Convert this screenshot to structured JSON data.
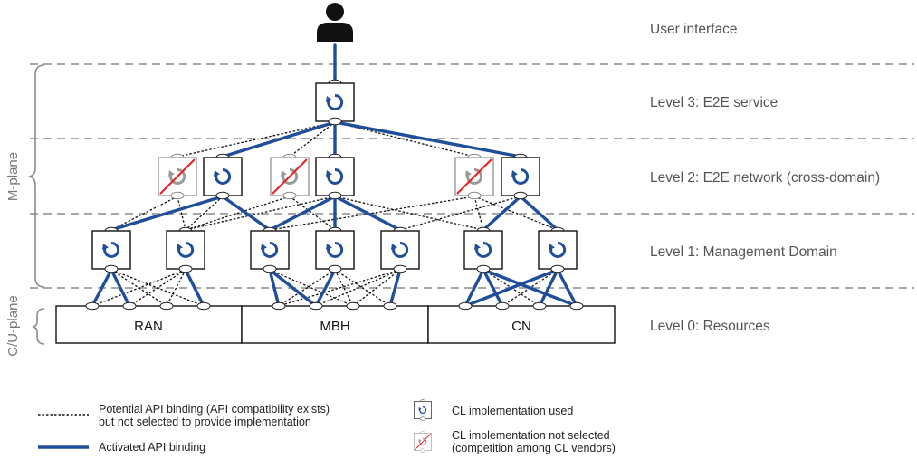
{
  "levels": [
    {
      "label": "User interface"
    },
    {
      "label": "Level 3: E2E service"
    },
    {
      "label": "Level 2: E2E network (cross-domain)"
    },
    {
      "label": "Level 1: Management  Domain"
    },
    {
      "label": "Level 0: Resources"
    }
  ],
  "resources": [
    {
      "label": "RAN"
    },
    {
      "label": "MBH"
    },
    {
      "label": "CN"
    }
  ],
  "planes": {
    "m_plane": "M-plane",
    "cu_plane": "C/U-plane"
  },
  "legend": {
    "potential_line1": "Potential API binding (API compatibility exists)",
    "potential_line2": "but not selected to provide implementation",
    "activated": "Activated API binding",
    "cl_used": "CL implementation used",
    "cl_not_selected_line1": "CL implementation not selected",
    "cl_not_selected_line2": "(competition among CL vendors)"
  },
  "colors": {
    "active_blue": "#1f4e9a",
    "inactive_gray": "#9a9a9a",
    "strike_red": "#e0262b",
    "dash_gray": "#8c8c8c"
  },
  "icons": {
    "user": "user-icon",
    "cl_active": "refresh-cycle-icon",
    "cl_inactive": "refresh-cycle-struck-icon"
  }
}
